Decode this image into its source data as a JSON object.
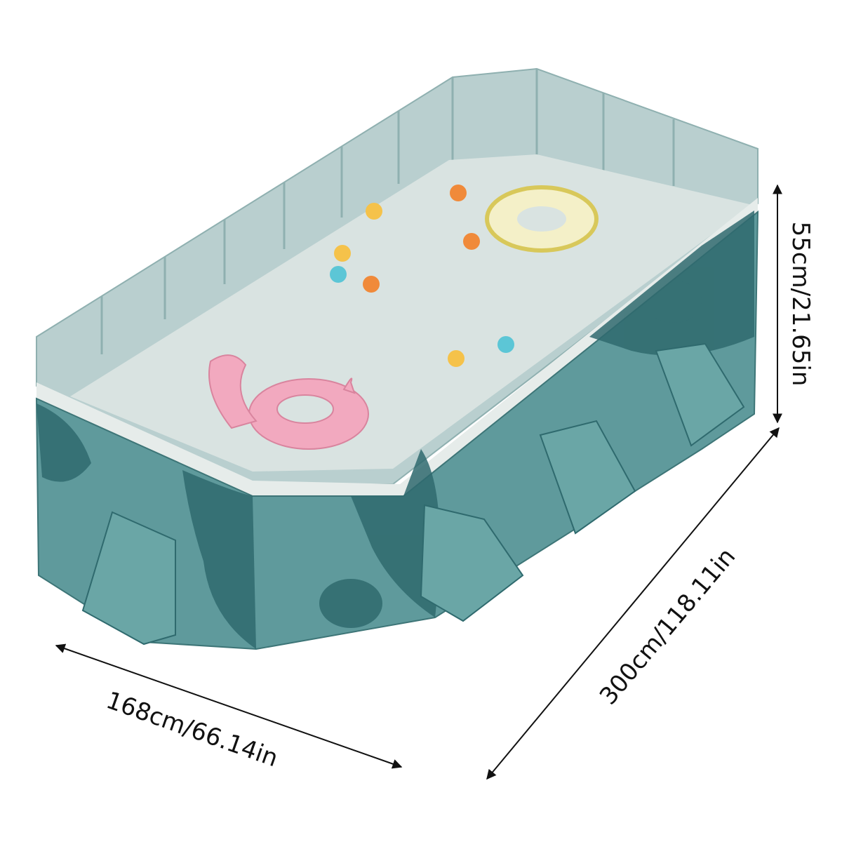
{
  "product": {
    "description_visible": "",
    "colors": {
      "wall_dark": "#2f6a6e",
      "wall_mid": "#5f9a9c",
      "wall_inner": "#b9cfcf",
      "rim": "#dfe6e4",
      "water": "#d9e3e1",
      "flamingo": "#f2a9bf",
      "ball_orange": "#f08a3a",
      "ball_yellow": "#f5c24a",
      "ball_blue": "#5cc6d6"
    }
  },
  "dimensions": {
    "height": "55cm/21.65in",
    "length": "300cm/118.11in",
    "width": "168cm/66.14in"
  }
}
